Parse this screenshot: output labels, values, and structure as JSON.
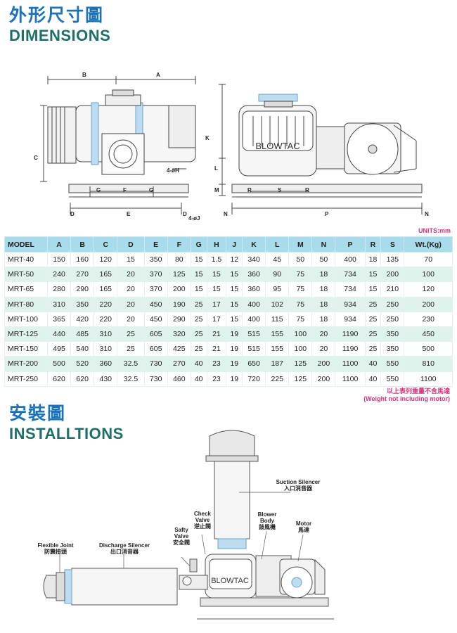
{
  "dimensions": {
    "title_zh": "外形尺寸圖",
    "title_en": "DIMENSIONS",
    "units": "UNITS:mm",
    "drawing_labels": {
      "a": "A",
      "b": "B",
      "c": "C",
      "d_left": "D",
      "d_right": "D",
      "e": "E",
      "f": "F",
      "g_left": "G",
      "g_right": "G",
      "h": "4-øH",
      "j": "4-øJ",
      "k": "K",
      "l": "L",
      "m": "M",
      "n_left": "N",
      "n_right": "N",
      "p": "P",
      "r_left": "R",
      "r_right": "R",
      "s": "S",
      "brand": "BLOWTAC"
    },
    "table": {
      "headers": [
        "MODEL",
        "A",
        "B",
        "C",
        "D",
        "E",
        "F",
        "G",
        "H",
        "J",
        "K",
        "L",
        "M",
        "N",
        "P",
        "R",
        "S",
        "Wt.(Kg)"
      ],
      "rows": [
        [
          "MRT-40",
          "150",
          "160",
          "120",
          "15",
          "350",
          "80",
          "15",
          "1.5",
          "12",
          "340",
          "45",
          "50",
          "50",
          "400",
          "18",
          "135",
          "70"
        ],
        [
          "MRT-50",
          "240",
          "270",
          "165",
          "20",
          "370",
          "125",
          "15",
          "15",
          "15",
          "360",
          "90",
          "75",
          "18",
          "734",
          "15",
          "200",
          "100"
        ],
        [
          "MRT-65",
          "280",
          "290",
          "165",
          "20",
          "370",
          "200",
          "15",
          "15",
          "15",
          "360",
          "95",
          "75",
          "18",
          "734",
          "15",
          "210",
          "120"
        ],
        [
          "MRT-80",
          "310",
          "350",
          "220",
          "20",
          "450",
          "190",
          "25",
          "17",
          "15",
          "400",
          "102",
          "75",
          "18",
          "934",
          "25",
          "250",
          "200"
        ],
        [
          "MRT-100",
          "365",
          "420",
          "220",
          "20",
          "450",
          "290",
          "25",
          "17",
          "15",
          "400",
          "115",
          "75",
          "18",
          "934",
          "25",
          "250",
          "230"
        ],
        [
          "MRT-125",
          "440",
          "485",
          "310",
          "25",
          "605",
          "320",
          "25",
          "21",
          "19",
          "515",
          "155",
          "100",
          "20",
          "1190",
          "25",
          "350",
          "450"
        ],
        [
          "MRT-150",
          "495",
          "540",
          "310",
          "25",
          "605",
          "425",
          "25",
          "21",
          "19",
          "515",
          "155",
          "100",
          "20",
          "1190",
          "25",
          "350",
          "500"
        ],
        [
          "MRT-200",
          "500",
          "520",
          "360",
          "32.5",
          "730",
          "270",
          "40",
          "23",
          "19",
          "650",
          "187",
          "125",
          "200",
          "1100",
          "40",
          "550",
          "810"
        ],
        [
          "MRT-250",
          "620",
          "620",
          "430",
          "32.5",
          "730",
          "460",
          "40",
          "23",
          "19",
          "720",
          "225",
          "125",
          "200",
          "1100",
          "40",
          "550",
          "1100"
        ]
      ]
    },
    "note_zh": "以上表列重量不含馬達",
    "note_en": "(Weight not including motor)"
  },
  "installations": {
    "title_zh": "安裝圖",
    "title_en": "INSTALLTIONS",
    "labels": {
      "suction_en": "Suction Silencer",
      "suction_zh": "入口消音器",
      "blower_en1": "Blower",
      "blower_en2": "Body",
      "blower_zh": "鼓風機",
      "motor_en": "Motor",
      "motor_zh": "馬達",
      "check_en1": "Check",
      "check_en2": "Valve",
      "check_zh": "逆止閥",
      "safety_en1": "Safty",
      "safety_en2": "Valve",
      "safety_zh": "安全閥",
      "discharge_en": "Discharge Silencer",
      "discharge_zh": "出口消音器",
      "flex_en": "Flexible Joint",
      "flex_zh": "防震接頭",
      "brand": "BLOWTAC"
    }
  },
  "colors": {
    "heading_zh": "#1a73b8",
    "heading_en": "#1e6f68",
    "header_bg": "#a9dcea",
    "row_alt": "#dff2ec",
    "accent": "#d6337f"
  }
}
